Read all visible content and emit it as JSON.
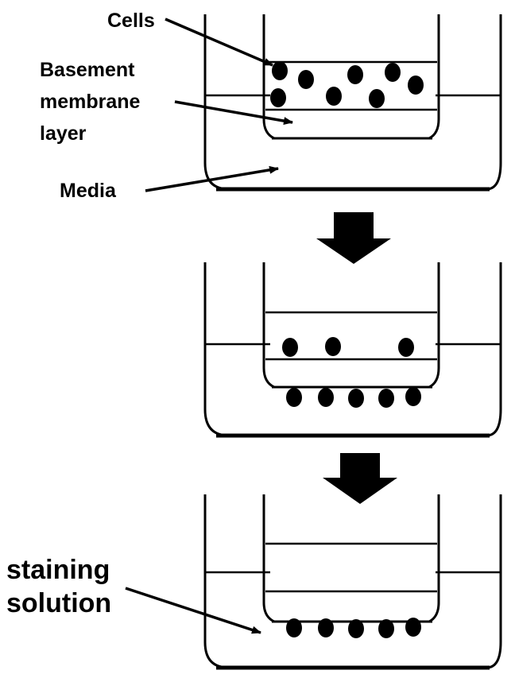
{
  "labels": {
    "cells": "Cells",
    "basement_1": "Basement",
    "basement_2": "membrane",
    "basement_3": "layer",
    "media": "Media",
    "staining_1": "staining",
    "staining_2": "solution"
  },
  "colors": {
    "ink": "#000000",
    "background": "#ffffff"
  }
}
